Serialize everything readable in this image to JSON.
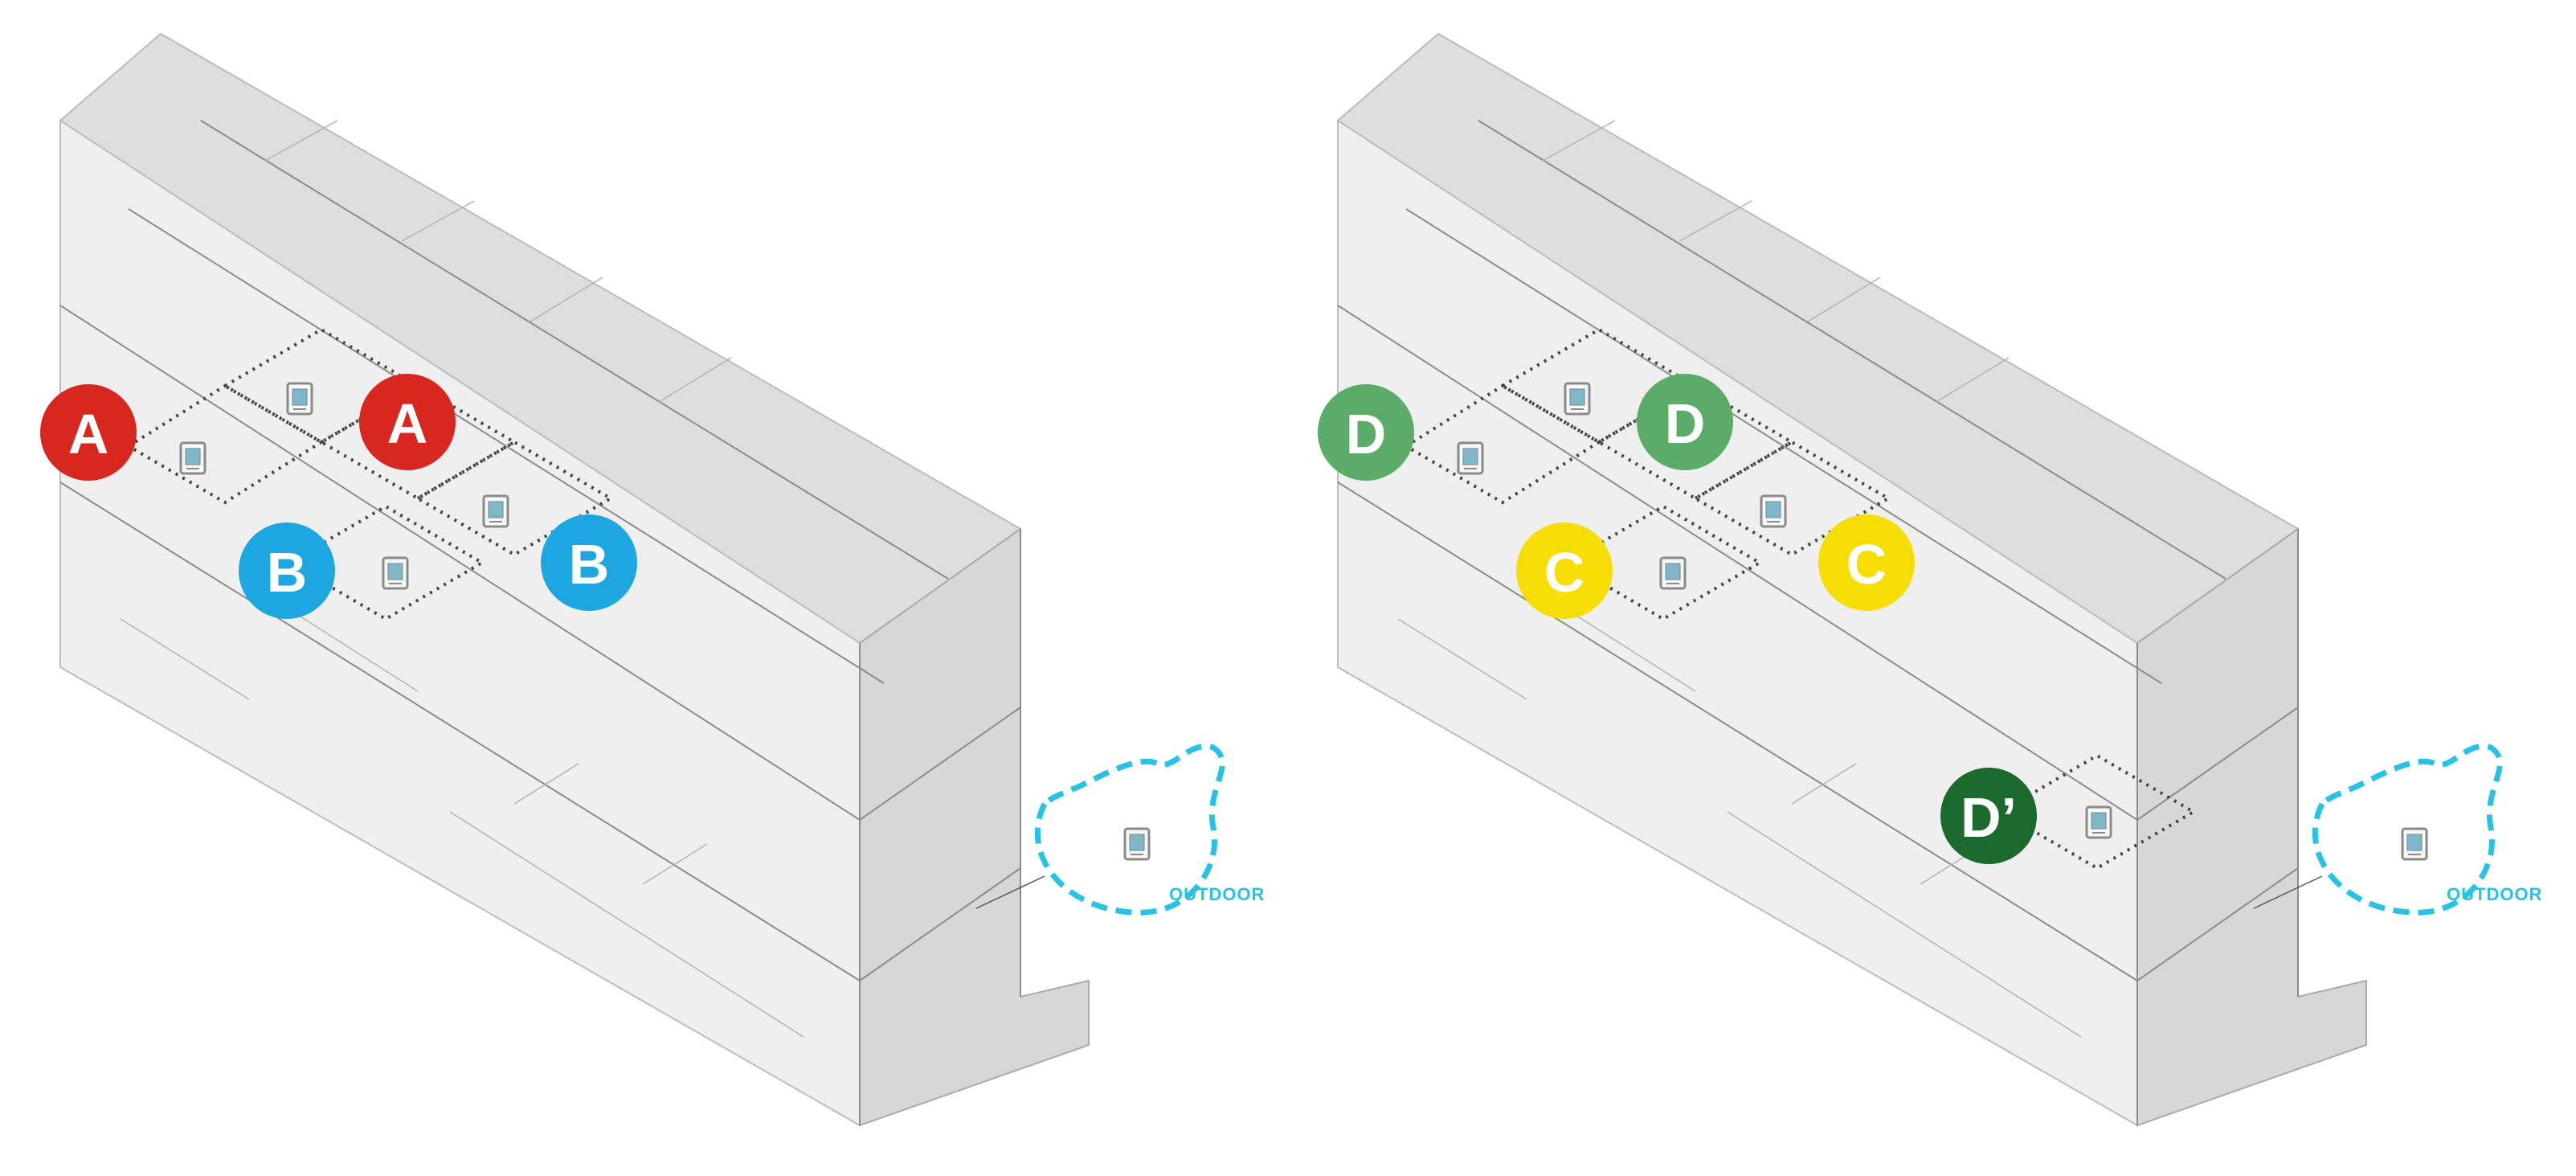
{
  "colors": {
    "zone_A": "#d7271e",
    "zone_B": "#1ea6e0",
    "zone_C": "#f5dd05",
    "zone_D": "#5aac68",
    "zone_D_prime": "#1a6a2e",
    "outdoor": "#28c3e4",
    "building_fill": "#ececec",
    "building_top": "#dedede",
    "line": "#9a9a9a",
    "sensor_border": "#8a8a8a",
    "sensor_screen": "#7fb7c9"
  },
  "left_diagram": {
    "markers": [
      {
        "id": "A",
        "label": "A",
        "color": "zone_A"
      },
      {
        "id": "A",
        "label": "A",
        "color": "zone_A"
      },
      {
        "id": "B",
        "label": "B",
        "color": "zone_B"
      },
      {
        "id": "B",
        "label": "B",
        "color": "zone_B"
      }
    ],
    "outdoor_label": "OUTDOOR"
  },
  "right_diagram": {
    "markers": [
      {
        "id": "D",
        "label": "D",
        "color": "zone_D"
      },
      {
        "id": "D",
        "label": "D",
        "color": "zone_D"
      },
      {
        "id": "C",
        "label": "C",
        "color": "zone_C"
      },
      {
        "id": "C",
        "label": "C",
        "color": "zone_C"
      },
      {
        "id": "D-prime",
        "label": "D’",
        "color": "zone_D_prime"
      }
    ],
    "outdoor_label": "OUTDOOR"
  }
}
